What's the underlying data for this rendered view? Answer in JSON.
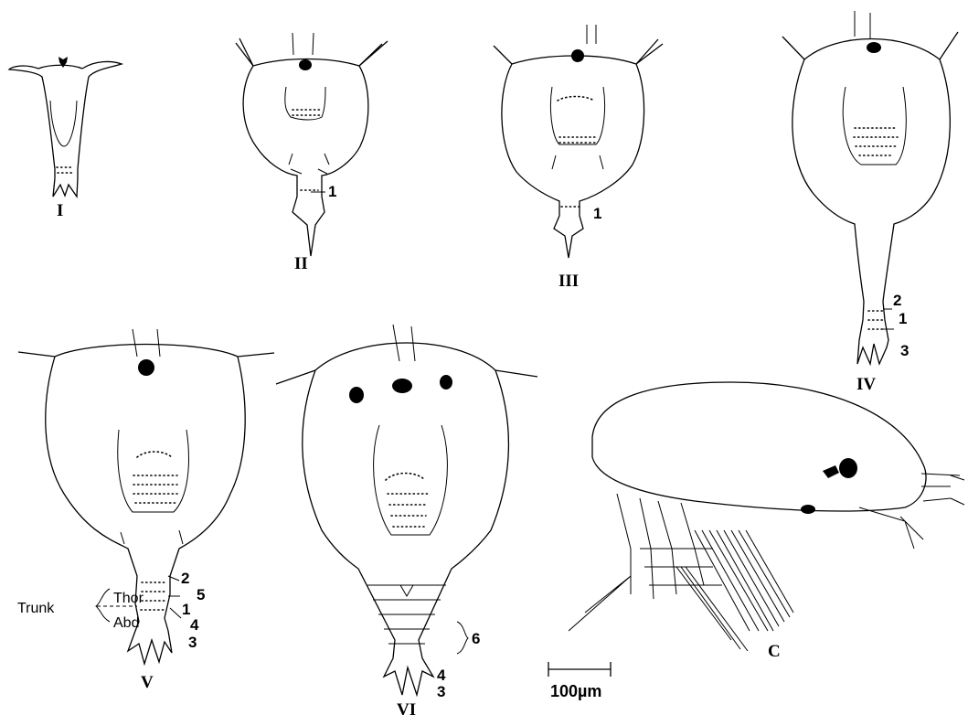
{
  "figure": {
    "stages": [
      {
        "id": "I",
        "label": "I"
      },
      {
        "id": "II",
        "label": "II"
      },
      {
        "id": "III",
        "label": "III"
      },
      {
        "id": "IV",
        "label": "IV"
      },
      {
        "id": "V",
        "label": "V"
      },
      {
        "id": "VI",
        "label": "VI"
      },
      {
        "id": "C",
        "label": "C"
      }
    ],
    "segment_numbers": {
      "II": [
        "1"
      ],
      "III": [
        "1"
      ],
      "IV": [
        "2",
        "1",
        "3"
      ],
      "V": [
        "2",
        "5",
        "1",
        "4",
        "3"
      ],
      "VI": [
        "6",
        "4",
        "3"
      ]
    },
    "trunk": {
      "label": "Trunk",
      "thorax": "Thor",
      "abdomen": "Abd"
    },
    "scale_bar": {
      "label": "100µm"
    }
  }
}
